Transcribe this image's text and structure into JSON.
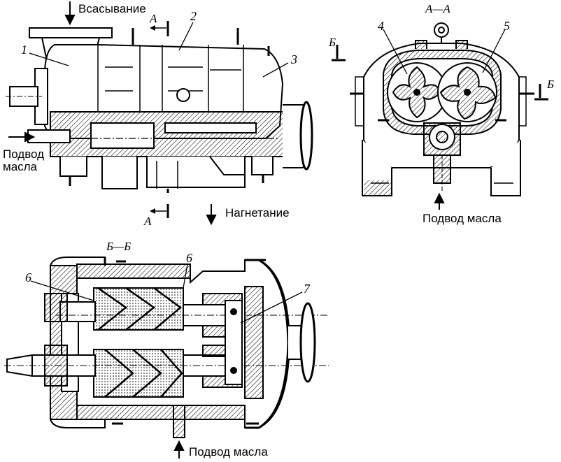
{
  "labels": {
    "suction": "Всасывание",
    "discharge": "Нагнетание",
    "oil_supply_left": "Подвод\nмасла",
    "oil_supply_right": "Подвод масла",
    "oil_supply_bottom": "Подвод масла"
  },
  "sections": {
    "aa_title": "А—А",
    "bb_title": "Б—Б",
    "a_top": "А",
    "a_bottom": "А",
    "b_left": "Б",
    "b_right": "Б"
  },
  "callouts": [
    "1",
    "2",
    "3",
    "4",
    "5",
    "6",
    "6",
    "7"
  ]
}
